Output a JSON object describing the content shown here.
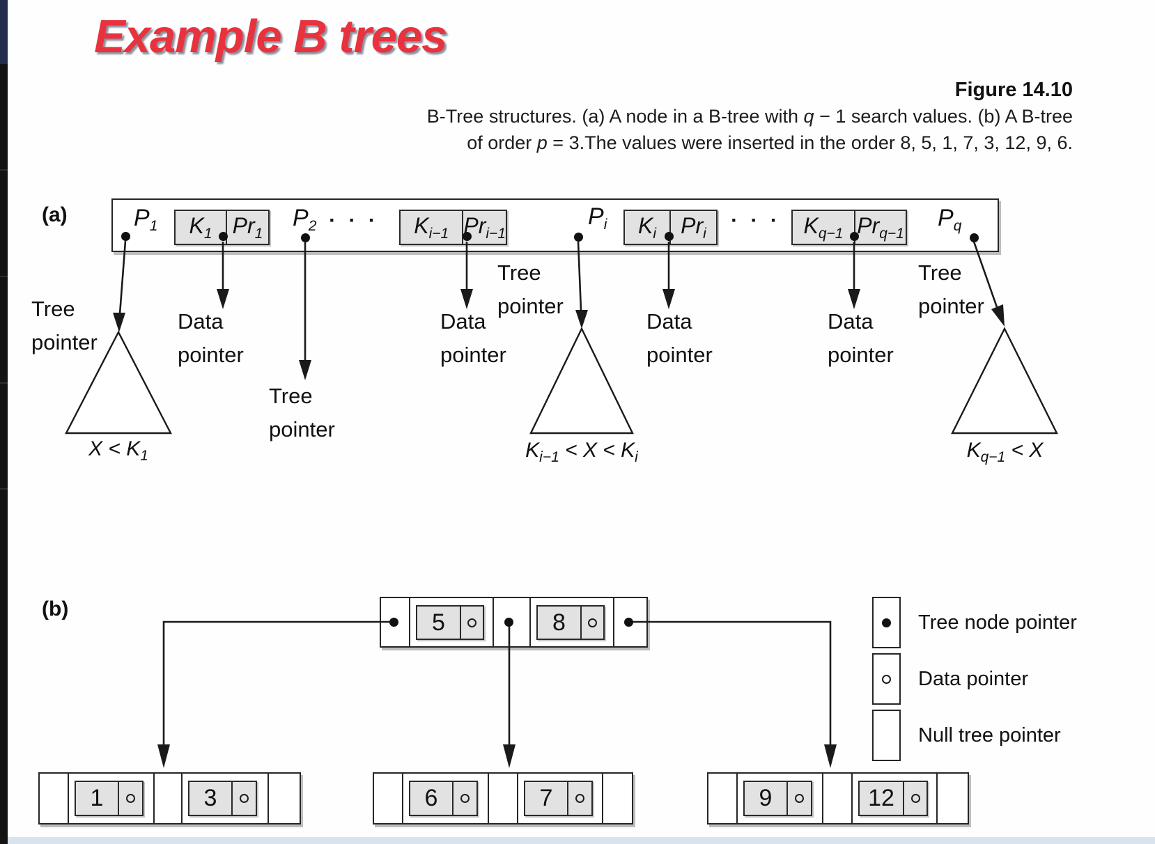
{
  "colors": {
    "accent_red": "#e8323e",
    "box_gray": "#e2e2e2",
    "line_ink": "#1a1a1a",
    "left_strip_navy": "#232e4e",
    "left_strip_black": "#131313",
    "bottom_strip": "#d9e3f0"
  },
  "slide": {
    "title": "Example B trees"
  },
  "figure": {
    "label": "Figure 14.10",
    "caption1_pre": "B-Tree structures. (a) A node in a B-tree with ",
    "caption1_var": "q",
    "caption1_post": " − 1 search values. (b) A B-tree",
    "caption2_pre": "of order ",
    "caption2_var": "p",
    "caption2_post": " = 3.The values were inserted in the order 8, 5, 1, 7, 3, 12, 9, 6."
  },
  "part_a": {
    "label": "(a)",
    "ellipsis": "· · ·",
    "p": [
      {
        "b": "P",
        "s": "1"
      },
      {
        "b": "P",
        "s": "2"
      },
      {
        "b": "P",
        "s": "i"
      },
      {
        "b": "P",
        "s": "q"
      }
    ],
    "kv": [
      {
        "k": "K",
        "ks": "1",
        "p": "Pr",
        "ps": "1"
      },
      {
        "k": "K",
        "ks": "i−1",
        "p": "Pr",
        "ps": "i−1"
      },
      {
        "k": "K",
        "ks": "i",
        "p": "Pr",
        "ps": "i"
      },
      {
        "k": "K",
        "ks": "q−1",
        "p": "Pr",
        "ps": "q−1"
      }
    ],
    "tree1": "Tree",
    "tree2": "pointer",
    "data1": "Data",
    "data2": "pointer",
    "x": "X",
    "cond1_a": "X < K",
    "cond1_s": "1",
    "cond2_a": "K",
    "cond2_s": "i−1",
    "cond2_b": " < X < K",
    "cond2_s2": "i",
    "cond3_a": "K",
    "cond3_s": "q−1",
    "cond3_b": " < X"
  },
  "part_b": {
    "label": "(b)",
    "root": {
      "keys": [
        "5",
        "8"
      ]
    },
    "leaves": [
      {
        "keys": [
          "1",
          "3"
        ]
      },
      {
        "keys": [
          "6",
          "7"
        ]
      },
      {
        "keys": [
          "9",
          "12"
        ]
      }
    ],
    "legend": [
      {
        "label": "Tree node pointer"
      },
      {
        "label": "Data pointer"
      },
      {
        "label": "Null tree pointer"
      }
    ]
  }
}
